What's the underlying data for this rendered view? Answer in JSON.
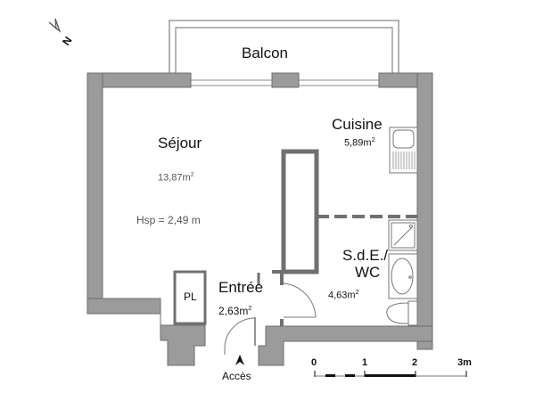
{
  "plan": {
    "north_label": "N",
    "rooms": [
      {
        "id": "balcon",
        "name": "Balcon"
      },
      {
        "id": "sejour",
        "name": "Séjour",
        "area": "13,87m",
        "area_unit_sup": "2",
        "height": "Hsp = 2,49 m"
      },
      {
        "id": "cuisine",
        "name": "Cuisine",
        "area": "5,89m",
        "area_unit_sup": "2"
      },
      {
        "id": "sde",
        "name": "S.d.E./",
        "name2": "WC",
        "area": "4,63m",
        "area_unit_sup": "2"
      },
      {
        "id": "entree",
        "name": "Entrée",
        "area": "2,63m",
        "area_unit_sup": "2"
      },
      {
        "id": "pl",
        "name": "PL"
      }
    ],
    "access_label": "Accès",
    "scale": {
      "ticks": [
        "0",
        "1",
        "2",
        "3m"
      ]
    },
    "colors": {
      "wall": "#9b9b9b",
      "wall_stroke": "#6e6e6e",
      "line": "#777777"
    }
  }
}
